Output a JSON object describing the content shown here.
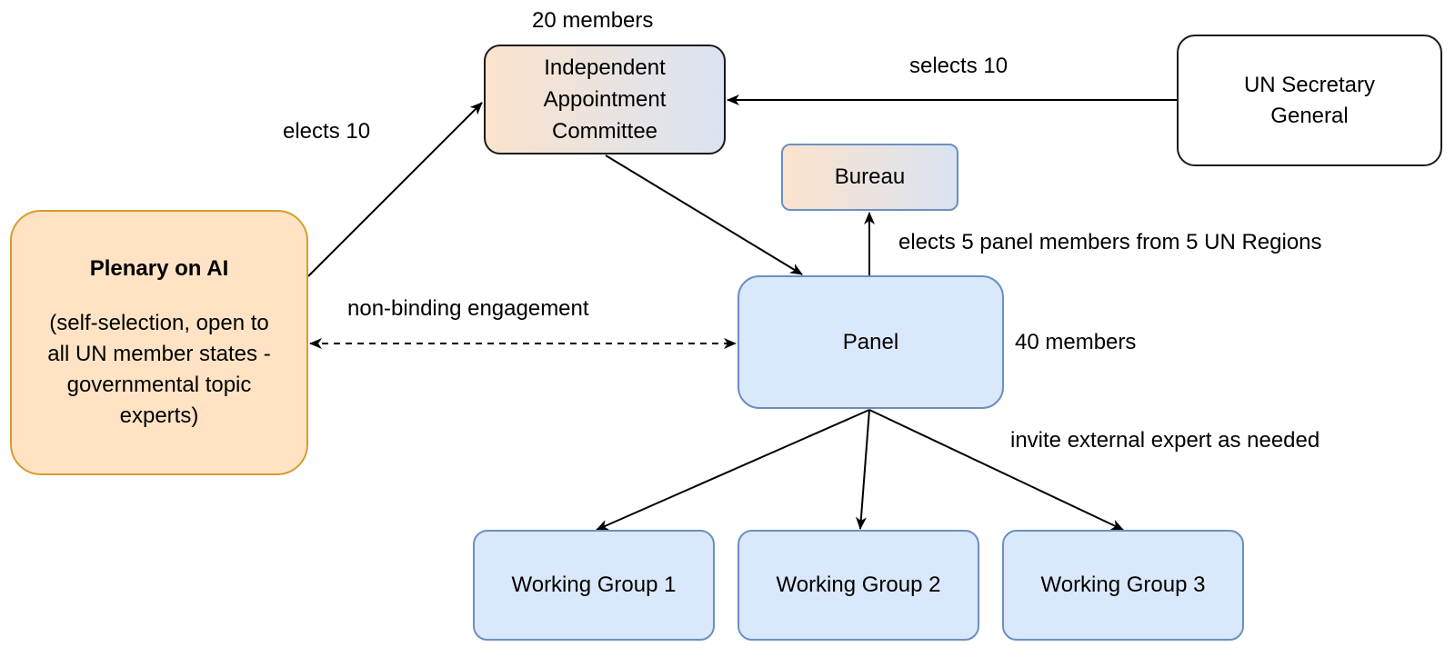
{
  "nodes": {
    "committee": {
      "lines": [
        "Independent",
        "Appointment",
        "Committee"
      ]
    },
    "secretary_general": {
      "lines": [
        "UN Secretary",
        "General"
      ]
    },
    "bureau": {
      "label": "Bureau"
    },
    "plenary": {
      "title": "Plenary on AI",
      "lines": [
        "(self-selection, open to",
        "all UN member states -",
        "governmental topic",
        "experts)"
      ]
    },
    "panel": {
      "label": "Panel"
    },
    "working_groups": [
      "Working Group 1",
      "Working Group 2",
      "Working Group 3"
    ]
  },
  "labels": {
    "committee_members": "20 members",
    "selects": "selects 10",
    "elects_10": "elects 10",
    "elects_5": "elects 5 panel members from 5 UN Regions",
    "non_binding": "non-binding engagement",
    "panel_members": "40 members",
    "invite": "invite external expert as needed"
  },
  "colors": {
    "peach": "#ffe3c4",
    "peach_border": "#d79b2b",
    "blue": "#dae8fb",
    "blue_border": "#6d8fbf",
    "gradient_start": "#fbe3cc",
    "gradient_end": "#dae3f2"
  }
}
